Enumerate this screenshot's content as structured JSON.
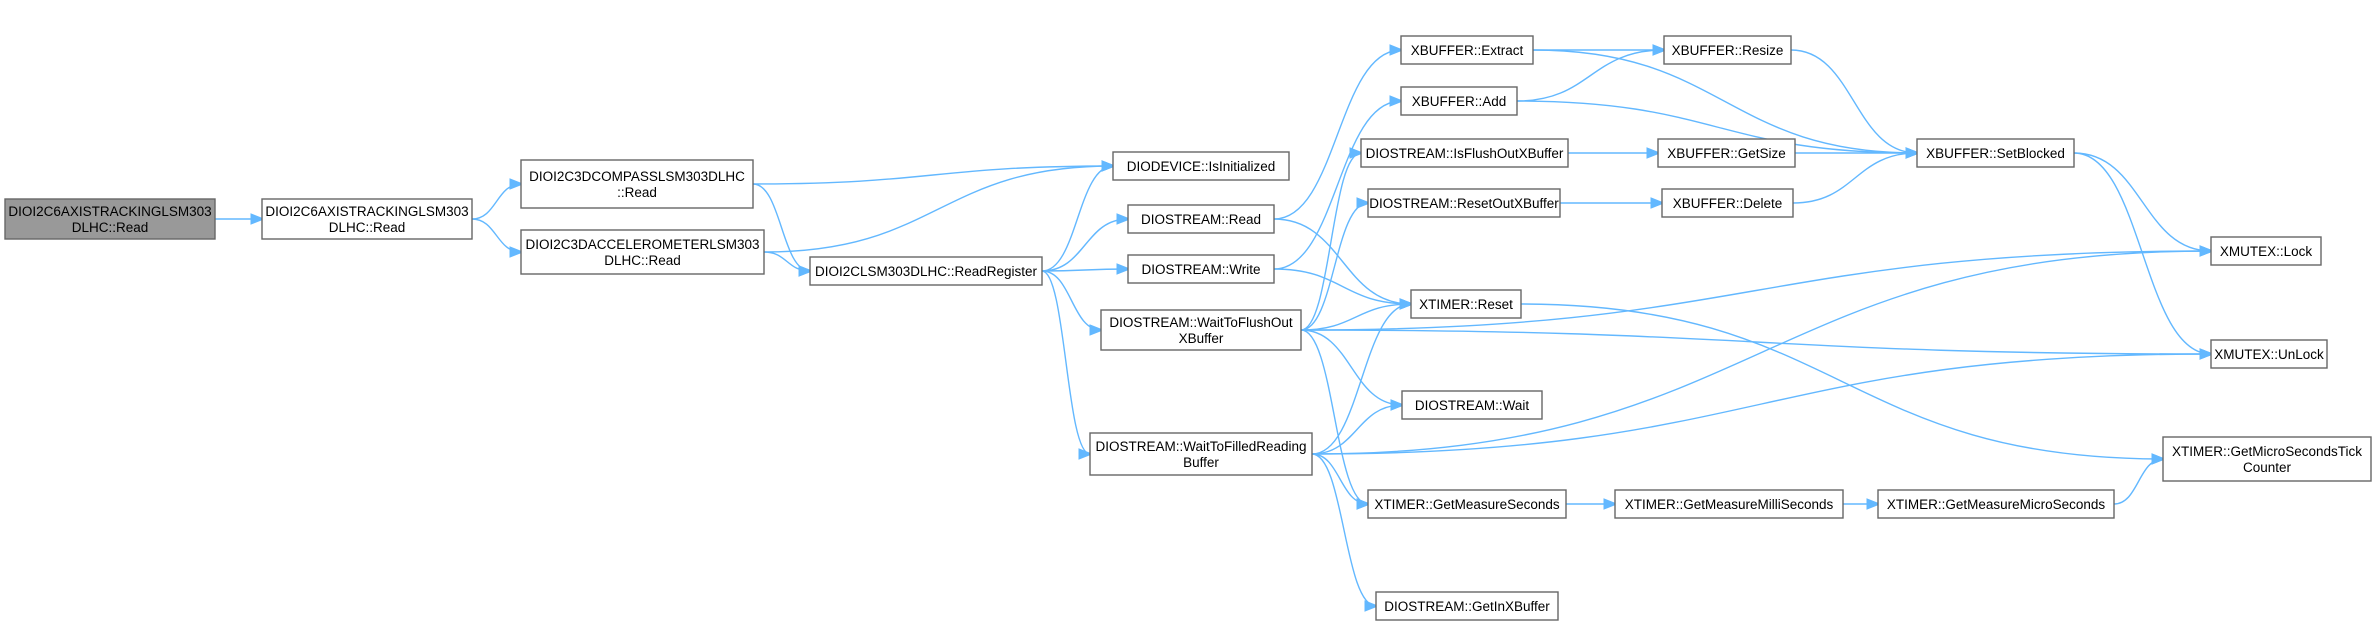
{
  "graph": {
    "edge_color": "#63b8ff",
    "node_border_color": "#666666",
    "root_fill_color": "#999999",
    "nodes": [
      {
        "id": "root",
        "lines": [
          "DIOI2C6AXISTRACKINGLSM303",
          "DLHC::Read"
        ]
      },
      {
        "id": "n6axis",
        "lines": [
          "DIOI2C6AXISTRACKINGLSM303",
          "DLHC::Read"
        ]
      },
      {
        "id": "compass",
        "lines": [
          "DIOI2C3DCOMPASSLSM303DLHC",
          "::Read"
        ]
      },
      {
        "id": "accel",
        "lines": [
          "DIOI2C3DACCELEROMETERLSM303",
          "DLHC::Read"
        ]
      },
      {
        "id": "readreg",
        "lines": [
          "DIOI2CLSM303DLHC::ReadRegister"
        ]
      },
      {
        "id": "isinit",
        "lines": [
          "DIODEVICE::IsInitialized"
        ]
      },
      {
        "id": "sread",
        "lines": [
          "DIOSTREAM::Read"
        ]
      },
      {
        "id": "swrite",
        "lines": [
          "DIOSTREAM::Write"
        ]
      },
      {
        "id": "waitflush",
        "lines": [
          "DIOSTREAM::WaitToFlushOut",
          "XBuffer"
        ]
      },
      {
        "id": "waitfilled",
        "lines": [
          "DIOSTREAM::WaitToFilledReading",
          "Buffer"
        ]
      },
      {
        "id": "extract",
        "lines": [
          "XBUFFER::Extract"
        ]
      },
      {
        "id": "add",
        "lines": [
          "XBUFFER::Add"
        ]
      },
      {
        "id": "isflush",
        "lines": [
          "DIOSTREAM::IsFlushOutXBuffer"
        ]
      },
      {
        "id": "resetout",
        "lines": [
          "DIOSTREAM::ResetOutXBuffer"
        ]
      },
      {
        "id": "treset",
        "lines": [
          "XTIMER::Reset"
        ]
      },
      {
        "id": "swait",
        "lines": [
          "DIOSTREAM::Wait"
        ]
      },
      {
        "id": "getmeas",
        "lines": [
          "XTIMER::GetMeasureSeconds"
        ]
      },
      {
        "id": "getinx",
        "lines": [
          "DIOSTREAM::GetInXBuffer"
        ]
      },
      {
        "id": "resize",
        "lines": [
          "XBUFFER::Resize"
        ]
      },
      {
        "id": "getsize",
        "lines": [
          "XBUFFER::GetSize"
        ]
      },
      {
        "id": "xdelete",
        "lines": [
          "XBUFFER::Delete"
        ]
      },
      {
        "id": "getmilli",
        "lines": [
          "XTIMER::GetMeasureMilliSeconds"
        ]
      },
      {
        "id": "setblocked",
        "lines": [
          "XBUFFER::SetBlocked"
        ]
      },
      {
        "id": "getmicro",
        "lines": [
          "XTIMER::GetMeasureMicroSeconds"
        ]
      },
      {
        "id": "lock",
        "lines": [
          "XMUTEX::Lock"
        ]
      },
      {
        "id": "unlock",
        "lines": [
          "XMUTEX::UnLock"
        ]
      },
      {
        "id": "tickcounter",
        "lines": [
          "XTIMER::GetMicroSecondsTick",
          "Counter"
        ]
      }
    ],
    "edges": [
      [
        "root",
        "n6axis"
      ],
      [
        "n6axis",
        "compass"
      ],
      [
        "n6axis",
        "accel"
      ],
      [
        "compass",
        "isinit"
      ],
      [
        "compass",
        "readreg"
      ],
      [
        "accel",
        "readreg"
      ],
      [
        "accel",
        "isinit"
      ],
      [
        "readreg",
        "isinit"
      ],
      [
        "readreg",
        "sread"
      ],
      [
        "readreg",
        "swrite"
      ],
      [
        "readreg",
        "waitflush"
      ],
      [
        "readreg",
        "waitfilled"
      ],
      [
        "sread",
        "extract"
      ],
      [
        "sread",
        "treset"
      ],
      [
        "swrite",
        "add"
      ],
      [
        "swrite",
        "treset"
      ],
      [
        "waitflush",
        "isflush"
      ],
      [
        "waitflush",
        "resetout"
      ],
      [
        "waitflush",
        "treset"
      ],
      [
        "waitflush",
        "swait"
      ],
      [
        "waitflush",
        "getmeas"
      ],
      [
        "waitflush",
        "lock"
      ],
      [
        "waitflush",
        "unlock"
      ],
      [
        "waitfilled",
        "treset"
      ],
      [
        "waitfilled",
        "swait"
      ],
      [
        "waitfilled",
        "getmeas"
      ],
      [
        "waitfilled",
        "getinx"
      ],
      [
        "waitfilled",
        "lock"
      ],
      [
        "waitfilled",
        "unlock"
      ],
      [
        "extract",
        "resize"
      ],
      [
        "extract",
        "setblocked"
      ],
      [
        "add",
        "resize"
      ],
      [
        "add",
        "setblocked"
      ],
      [
        "isflush",
        "getsize"
      ],
      [
        "resetout",
        "xdelete"
      ],
      [
        "resize",
        "setblocked"
      ],
      [
        "getsize",
        "setblocked"
      ],
      [
        "xdelete",
        "setblocked"
      ],
      [
        "setblocked",
        "lock"
      ],
      [
        "setblocked",
        "unlock"
      ],
      [
        "treset",
        "tickcounter"
      ],
      [
        "getmeas",
        "getmilli"
      ],
      [
        "getmilli",
        "getmicro"
      ],
      [
        "getmicro",
        "tickcounter"
      ]
    ]
  }
}
